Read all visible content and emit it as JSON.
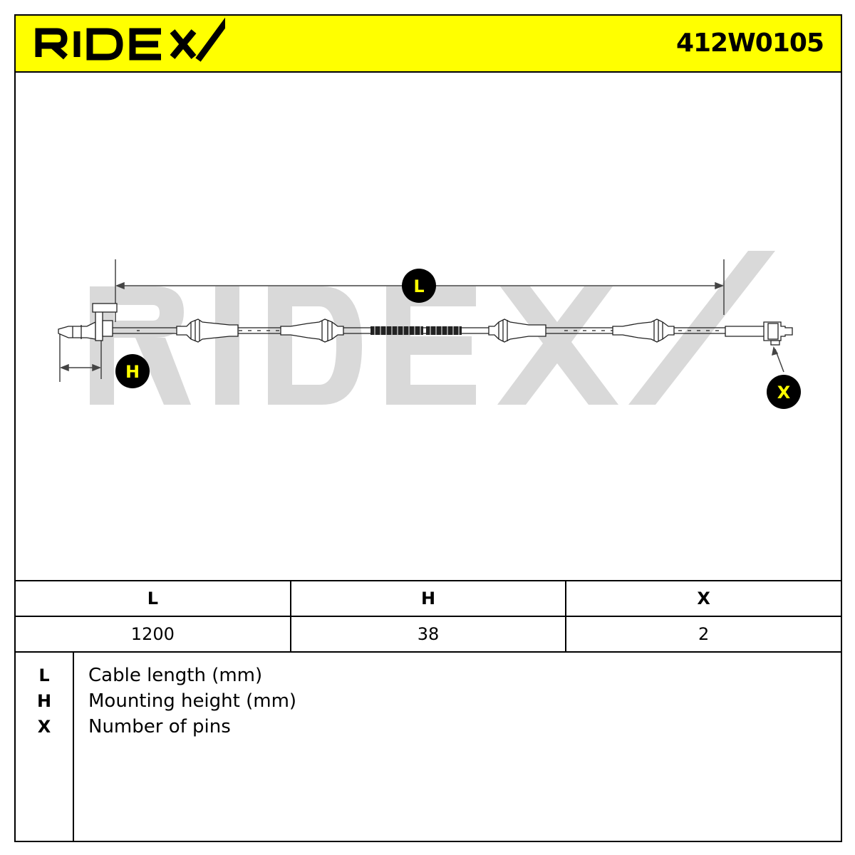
{
  "header": {
    "brand": "RIDEX",
    "part_number": "412W0105",
    "accent_color": "#FFFF00"
  },
  "drawing": {
    "watermark": "RIDEX",
    "markers": {
      "length": "L",
      "height": "H",
      "pins": "X"
    }
  },
  "spec_table": {
    "headers": [
      "L",
      "H",
      "X"
    ],
    "values": [
      "1200",
      "38",
      "2"
    ]
  },
  "legend": [
    {
      "key": "L",
      "text": "Cable length (mm)"
    },
    {
      "key": "H",
      "text": "Mounting height (mm)"
    },
    {
      "key": "X",
      "text": "Number of pins"
    }
  ]
}
